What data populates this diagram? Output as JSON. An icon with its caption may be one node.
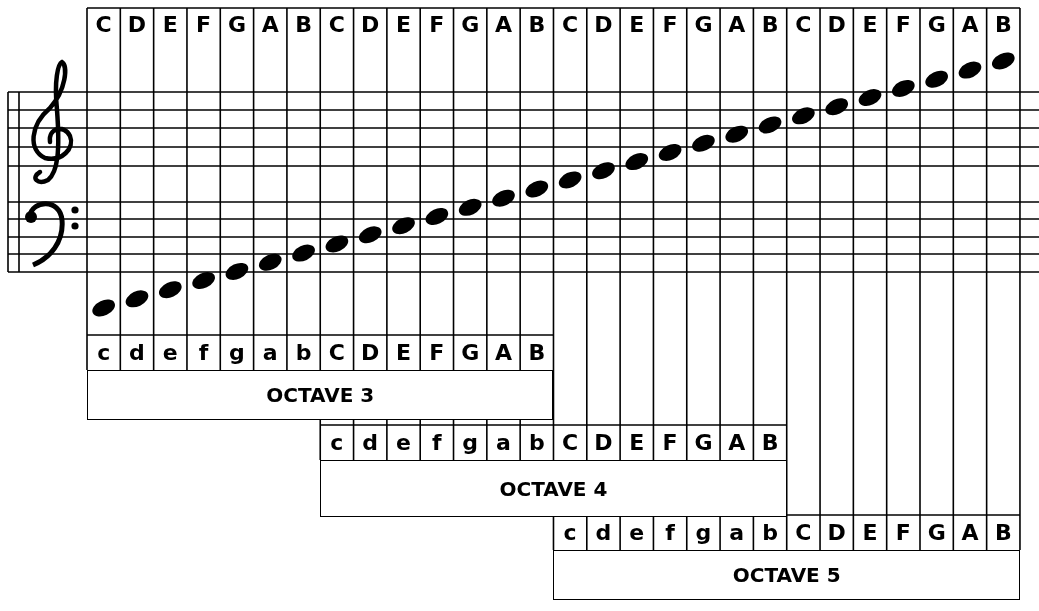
{
  "diagram": {
    "nodes": [
      {
        "text": [
          "OCTAVE 3"
        ]
      },
      {
        "text": [
          "OCTAVE 4"
        ]
      },
      {
        "text": [
          "OCTAVE 5"
        ]
      }
    ],
    "labels": [
      "C",
      "D",
      "E",
      "F",
      "G",
      "A",
      "B",
      "C",
      "D",
      "E",
      "F",
      "G",
      "A",
      "B",
      "C",
      "D",
      "E",
      "F",
      "G",
      "A",
      "B",
      "C",
      "D",
      "E",
      "F",
      "G",
      "A",
      "B",
      "c",
      "d",
      "e",
      "f",
      "g",
      "a",
      "b",
      "C",
      "D",
      "E",
      "F",
      "G",
      "A",
      "B",
      "c",
      "d",
      "e",
      "f",
      "g",
      "a",
      "b",
      "C",
      "D",
      "E",
      "F",
      "G",
      "A",
      "B",
      "c",
      "d",
      "e",
      "f",
      "g",
      "a",
      "b",
      "C",
      "D",
      "E",
      "F",
      "G",
      "A",
      "B"
    ]
  }
}
